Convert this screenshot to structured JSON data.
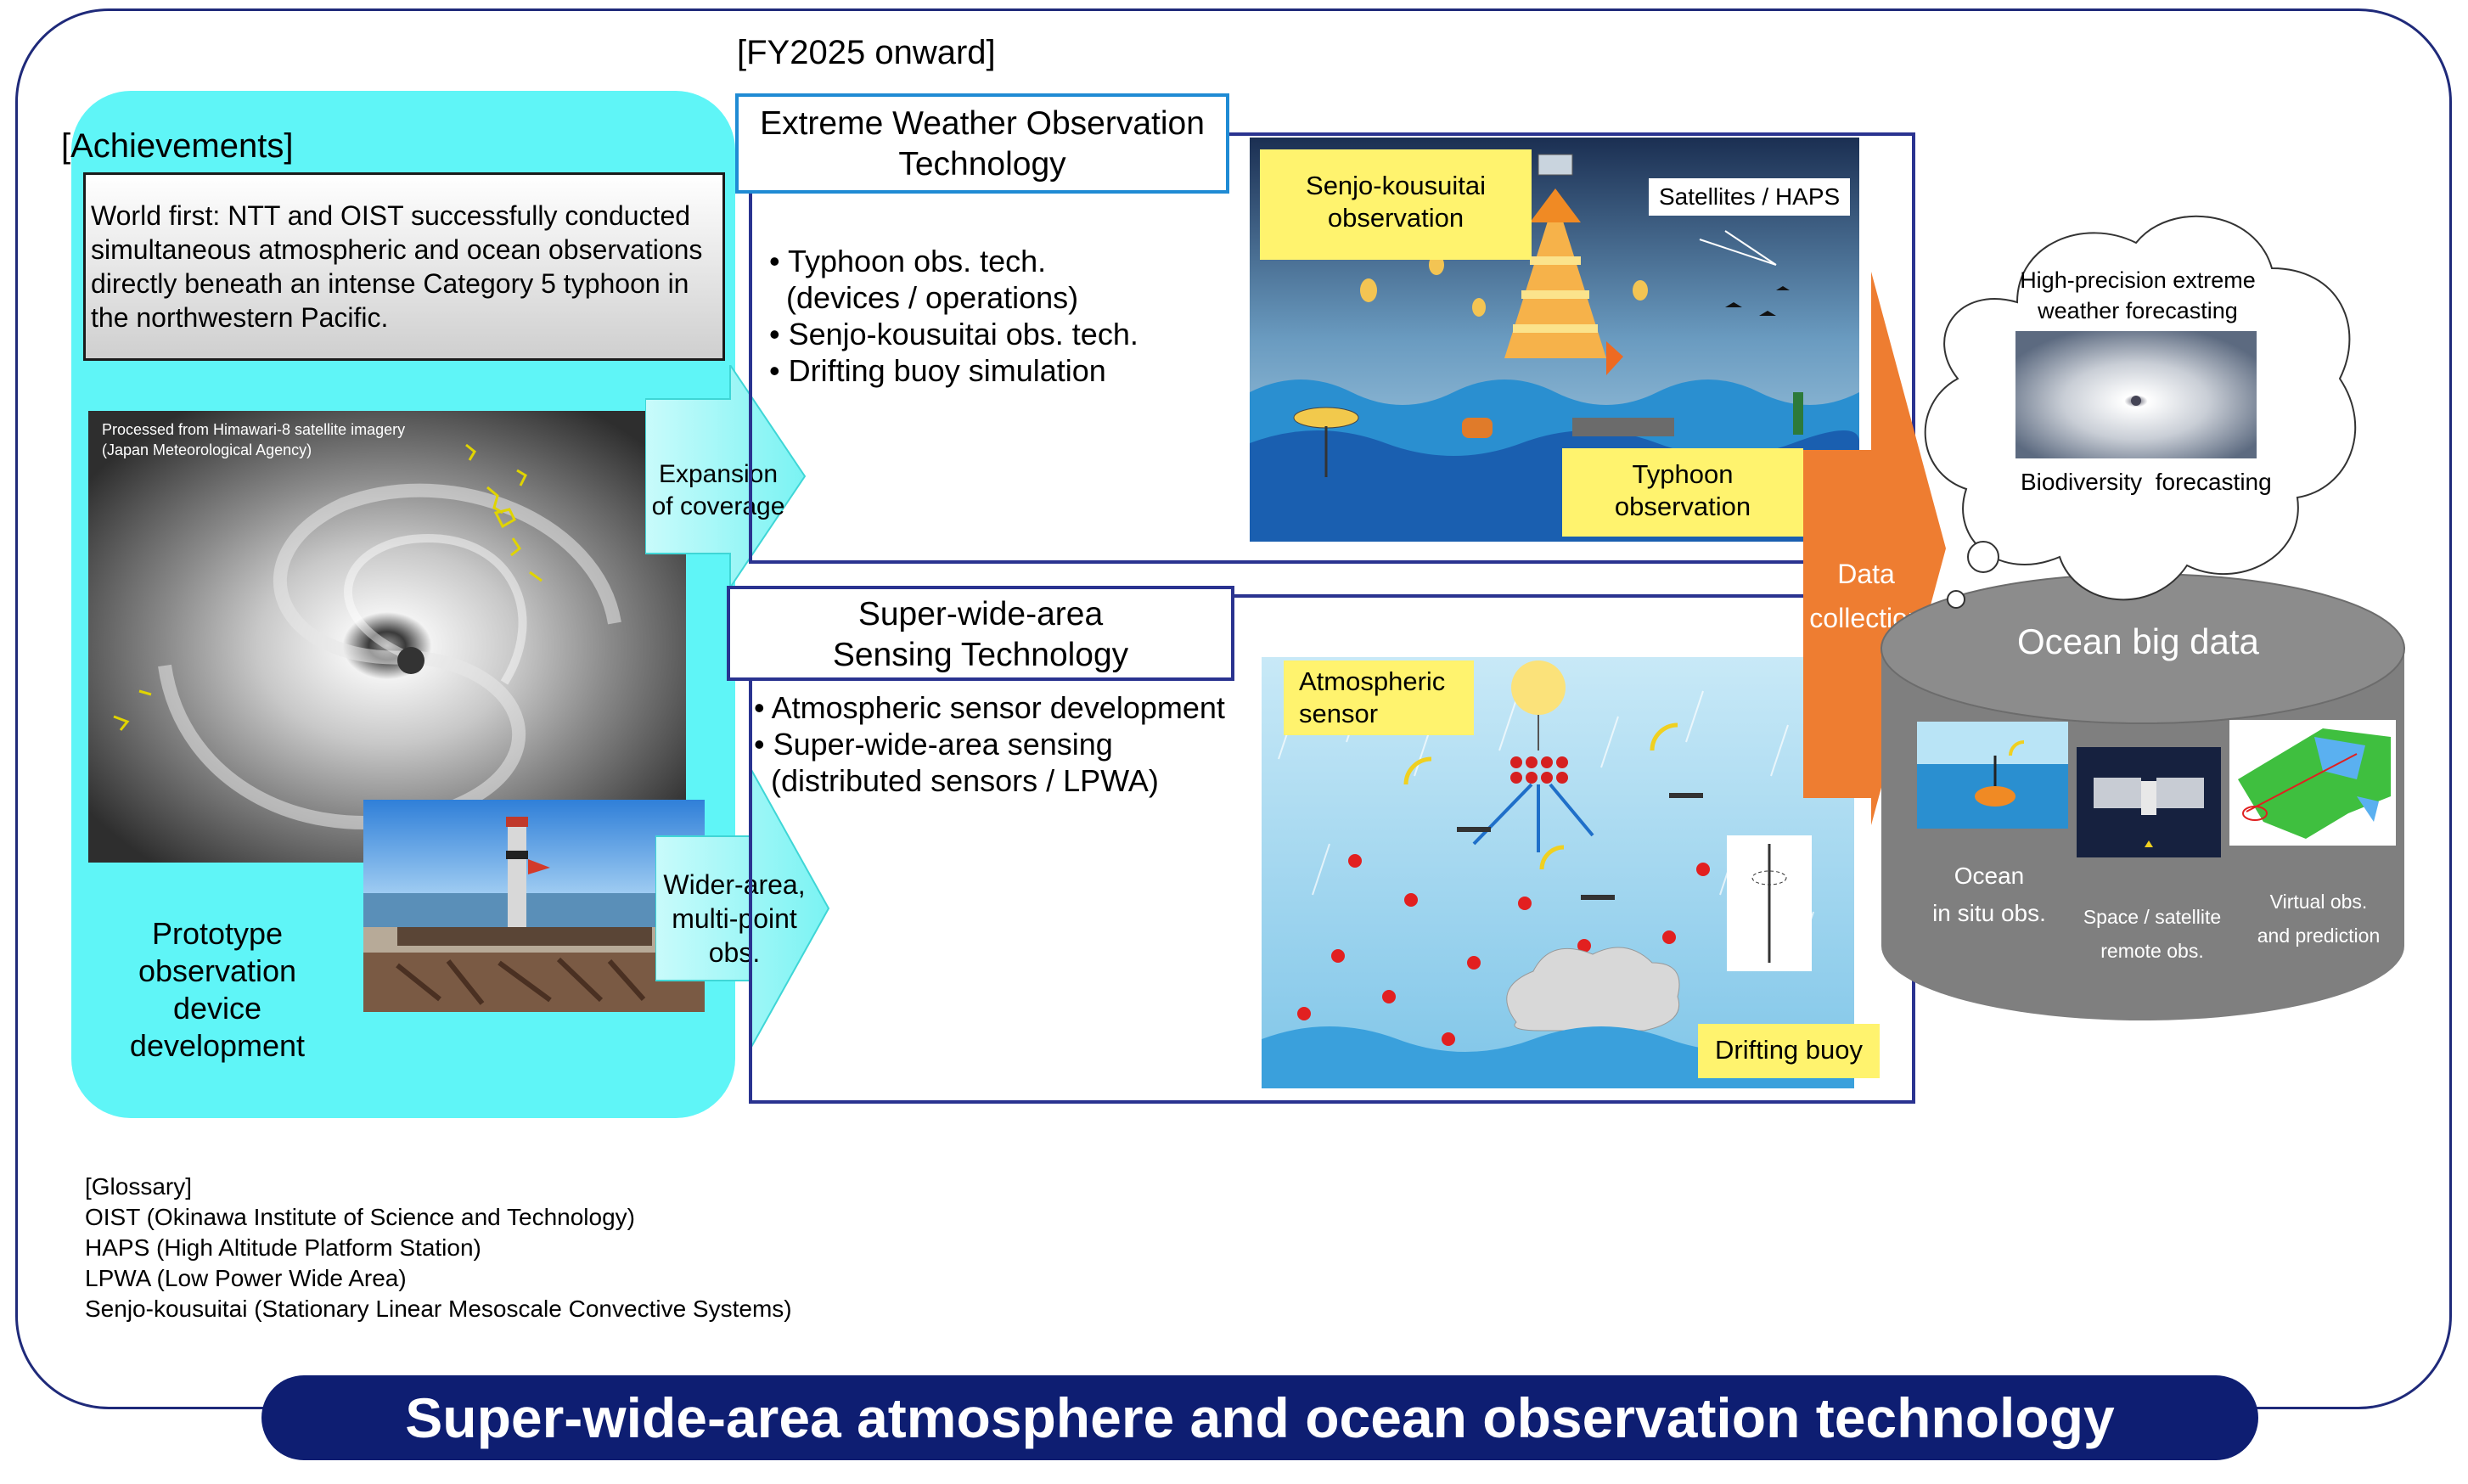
{
  "labels": {
    "fy2025": "[FY2025 onward]",
    "achievements": "[Achievements]",
    "world_first": "World first: NTT and OIST successfully conducted simultaneous atmospheric and ocean observations directly beneath an intense Category 5 typhoon in the northwestern Pacific.",
    "himawari_caption_1": "Processed from Himawari-8 satellite imagery",
    "himawari_caption_2": "(Japan Meteorological Agency)",
    "prototype": [
      "Prototype",
      "observation",
      "device",
      "development"
    ],
    "expansion_arrow": [
      "Expansion",
      "of coverage"
    ],
    "wider_arrow": [
      "Wider-area,",
      "multi-point",
      "obs."
    ]
  },
  "extreme": {
    "title": [
      "Extreme Weather Observation",
      "Technology"
    ],
    "bullets": [
      "• Typhoon obs. tech.",
      "  (devices / operations)",
      "• Senjo-kousuitai obs. tech.",
      "• Drifting buoy simulation"
    ],
    "senjo_label": [
      "Senjo-kousuitai",
      "observation"
    ],
    "satellites_label": "Satellites / HAPS",
    "typhoon_label": [
      "Typhoon",
      "observation"
    ]
  },
  "superwide": {
    "title": [
      "Super-wide-area",
      "Sensing Technology"
    ],
    "bullets": [
      "• Atmospheric sensor development",
      "• Super-wide-area sensing",
      "  (distributed sensors / LPWA)"
    ],
    "atmos_label": [
      "Atmospheric",
      "sensor"
    ],
    "drifting_label": "Drifting buoy"
  },
  "data_collection": [
    "Data",
    "collection"
  ],
  "cloud": {
    "forecast": [
      "High-precision extreme",
      "weather forecasting"
    ],
    "biodiversity": "Biodiversity  forecasting"
  },
  "bigdata": {
    "title": "Ocean big data",
    "ocean": [
      "Ocean",
      "in situ obs."
    ],
    "space": [
      "Space / satellite",
      "remote obs."
    ],
    "virtual": [
      "Virtual obs.",
      "and prediction"
    ]
  },
  "glossary": [
    "[Glossary]",
    "OIST  (Okinawa Institute of Science and Technology)",
    "HAPS  (High Altitude Platform Station)",
    "LPWA  (Low Power Wide Area)",
    "Senjo-kousuitai  (Stationary Linear Mesoscale Convective Systems)"
  ],
  "footer": "Super-wide-area atmosphere and ocean observation technology",
  "colors": {
    "panel_cyan": "#5ff5f7",
    "navy": "#0e1e72",
    "box_blue": "#2a3390",
    "orange": "#ee7d31",
    "label_yellow": "#fff36e",
    "cylinder_gray": "#7f7f7f"
  }
}
